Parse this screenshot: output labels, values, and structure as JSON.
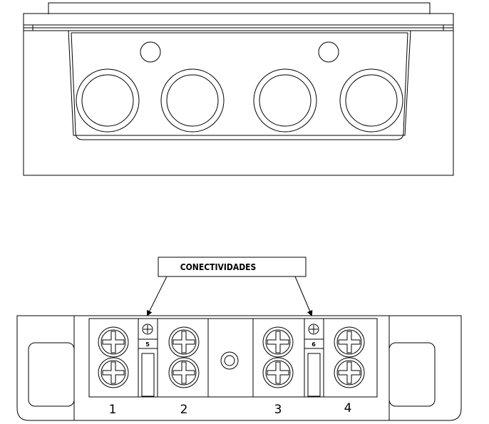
{
  "callout": {
    "label": "CONECTIVIDADES"
  },
  "terminals": {
    "main": [
      "1",
      "2",
      "3",
      "4"
    ],
    "auxiliary": [
      "5",
      "6"
    ]
  }
}
